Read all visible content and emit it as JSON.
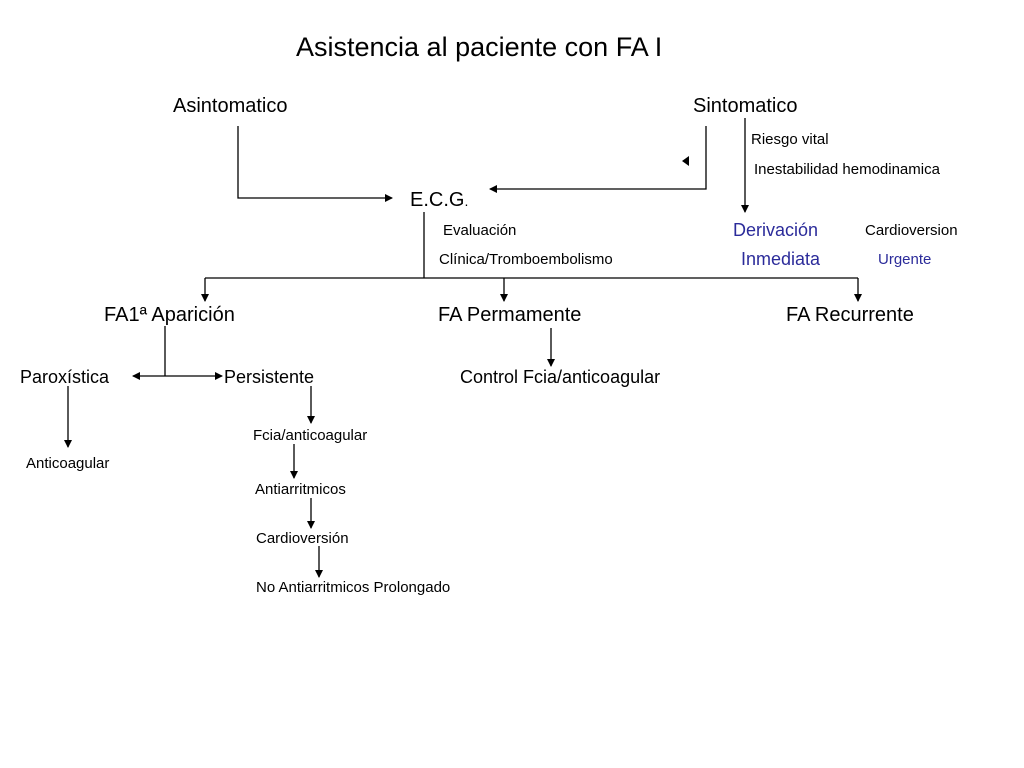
{
  "title": "Asistencia al paciente con FA I",
  "nodes": {
    "asintomatico": "Asintomatico",
    "sintomatico": "Sintomatico",
    "riesgo_vital": "Riesgo vital",
    "inestabilidad": "Inestabilidad hemodinamica",
    "ecg_main": "E.C.G",
    "ecg_dot": ".",
    "evaluacion": "Evaluación",
    "clinica": "Clínica/Tromboembolismo",
    "derivacion": "Derivación",
    "inmediata": "Inmediata",
    "cardioversion": "Cardioversion",
    "urgente": "Urgente",
    "fa1_aparicion": "FA1ª Aparición",
    "fa_permamente": "FA Permamente",
    "fa_recurrente": "FA Recurrente",
    "paroxistica": "Paroxística",
    "persistente": "Persistente",
    "control": "Control Fcia/anticoagular",
    "anticoagular": "Anticoagular",
    "fcia_anticoagular": "Fcia/anticoagular",
    "antiarritmicos": "Antiarritmicos",
    "cardioversion_2": "Cardioversión",
    "no_antiarritmicos": "No Antiarritmicos Prolongado"
  },
  "colors": {
    "text": "#000000",
    "highlight": "#2b2b9a",
    "line": "#000000"
  }
}
